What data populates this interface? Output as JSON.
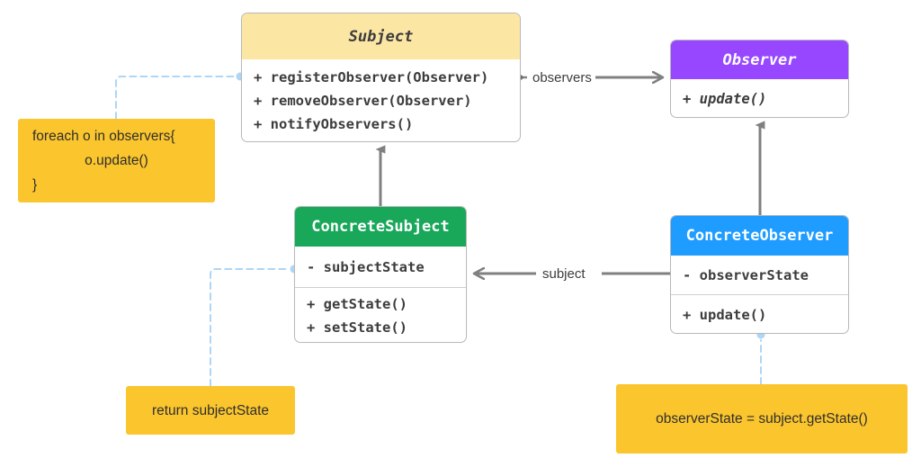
{
  "diagram": {
    "title": "Observer Pattern UML Class Diagram",
    "type": "uml-class-diagram",
    "background": "#ffffff"
  },
  "palette": {
    "subject_header": "#fce6a4",
    "observer_header": "#9747ff",
    "concrete_subject_header": "#19a75a",
    "concrete_observer_header": "#1f9cff",
    "note_fill": "#fbc52d",
    "edge_line": "#808080",
    "note_connector": "#aed6f5",
    "class_border": "#b9b9b9",
    "text_dark": "#3c3c3c"
  },
  "classes": {
    "subject": {
      "name": "Subject",
      "abstract": true,
      "operations": [
        "+ registerObserver(Observer)",
        "+ removeObserver(Observer)",
        "+ notifyObservers()"
      ]
    },
    "observer": {
      "name": "Observer",
      "abstract": true,
      "operations": [
        "+ update()"
      ]
    },
    "concrete_subject": {
      "name": "ConcreteSubject",
      "abstract": false,
      "attributes": [
        "- subjectState"
      ],
      "operations": [
        "+ getState()",
        "+ setState()"
      ]
    },
    "concrete_observer": {
      "name": "ConcreteObserver",
      "abstract": false,
      "attributes": [
        "- observerState"
      ],
      "operations": [
        "+ update()"
      ]
    }
  },
  "edges": {
    "observers_association": {
      "label": "observers",
      "from": "Subject",
      "to": "Observer",
      "arrow": "open"
    },
    "subject_association": {
      "label": "subject",
      "from": "ConcreteObserver",
      "to": "ConcreteSubject",
      "arrow": "open"
    },
    "concrete_subject_generalization": {
      "label": "",
      "from": "ConcreteSubject",
      "to": "Subject",
      "arrow": "solid-triangle"
    },
    "concrete_observer_generalization": {
      "label": "",
      "from": "ConcreteObserver",
      "to": "Observer",
      "arrow": "solid-triangle"
    }
  },
  "notes": {
    "foreach": {
      "lines": [
        "foreach o in observers{",
        "o.update()",
        "}"
      ],
      "attached_to": "Subject.notifyObservers()"
    },
    "return_state": {
      "lines": [
        "return subjectState"
      ],
      "attached_to": "ConcreteSubject.getState()"
    },
    "observer_state": {
      "lines": [
        "observerState = subject.getState()"
      ],
      "attached_to": "ConcreteObserver.update()"
    }
  }
}
